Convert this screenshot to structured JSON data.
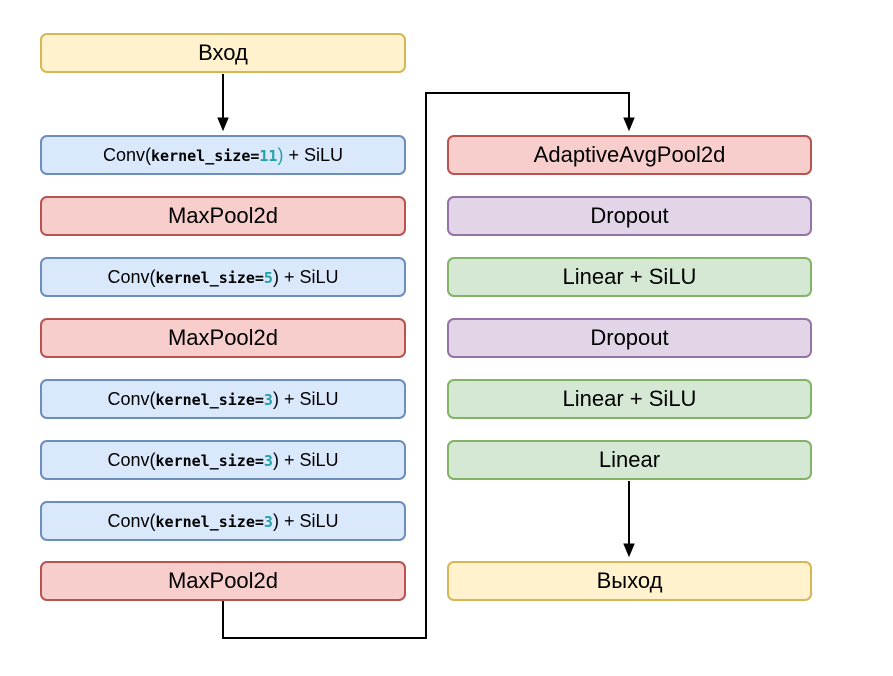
{
  "palette": {
    "io_fill": "#FFF2CC",
    "io_border": "#D6B656",
    "conv_fill": "#DAE8FC",
    "conv_border": "#6C8EBF",
    "pool_fill": "#F8CECC",
    "pool_border": "#B85450",
    "dropout_fill": "#E1D5E7",
    "dropout_border": "#9673A6",
    "linear_fill": "#D5E8D4",
    "linear_border": "#82B366",
    "code_number_color": "#22A2A8",
    "edge_color": "#000000"
  },
  "diagram": {
    "input": {
      "label": "Вход"
    },
    "output": {
      "label": "Выход"
    },
    "left_column": [
      {
        "kind": "conv",
        "prefix": "Conv(",
        "code": "kernel_size=",
        "value": "11",
        "close": ")",
        "suffix": " + SiLU"
      },
      {
        "kind": "pool",
        "label": "MaxPool2d"
      },
      {
        "kind": "conv",
        "prefix": "Conv(",
        "code": "kernel_size=",
        "value": "5",
        "close": ")",
        "suffix": " + SiLU"
      },
      {
        "kind": "pool",
        "label": "MaxPool2d"
      },
      {
        "kind": "conv",
        "prefix": "Conv(",
        "code": "kernel_size=",
        "value": "3",
        "close": ")",
        "suffix": " + SiLU"
      },
      {
        "kind": "conv",
        "prefix": "Conv(",
        "code": "kernel_size=",
        "value": "3",
        "close": ")",
        "suffix": " + SiLU"
      },
      {
        "kind": "conv",
        "prefix": "Conv(",
        "code": "kernel_size=",
        "value": "3",
        "close": ")",
        "suffix": " + SiLU"
      },
      {
        "kind": "pool",
        "label": "MaxPool2d"
      }
    ],
    "right_column": [
      {
        "kind": "pool",
        "label": "AdaptiveAvgPool2d"
      },
      {
        "kind": "dropout",
        "label": "Dropout"
      },
      {
        "kind": "linear",
        "label": "Linear + SiLU"
      },
      {
        "kind": "dropout",
        "label": "Dropout"
      },
      {
        "kind": "linear",
        "label": "Linear + SiLU"
      },
      {
        "kind": "linear",
        "label": "Linear"
      }
    ],
    "edges": [
      {
        "from": "Вход",
        "to": "Conv(kernel_size=11) + SiLU"
      },
      {
        "from": "MaxPool2d (last)",
        "to": "AdaptiveAvgPool2d"
      },
      {
        "from": "Linear",
        "to": "Выход"
      }
    ]
  }
}
